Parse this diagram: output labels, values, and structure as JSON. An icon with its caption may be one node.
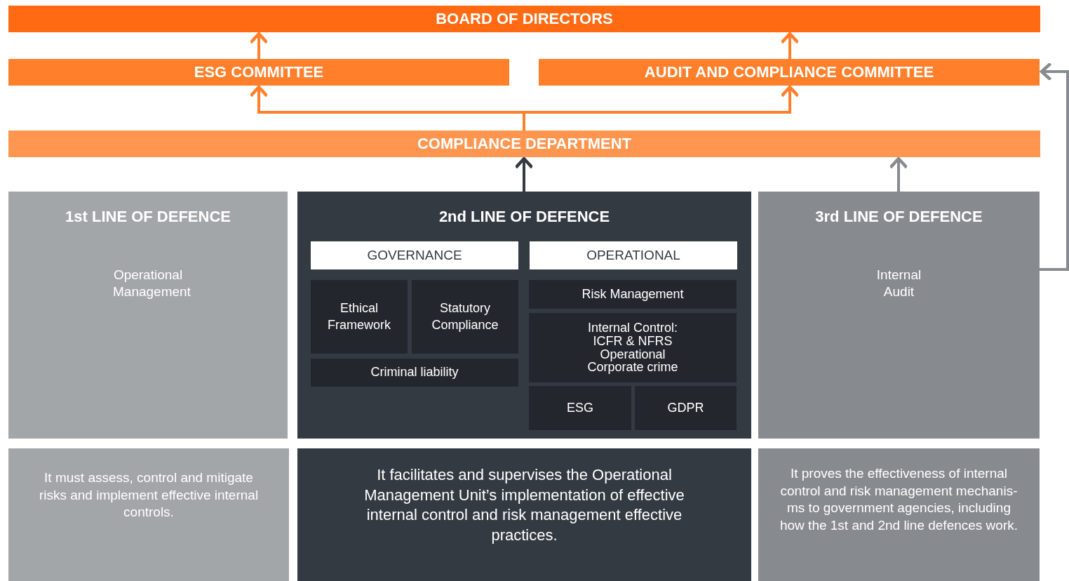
{
  "diagram": {
    "nodes": [
      {
        "text": [
          "BOARD OF DIRECTORS"
        ]
      },
      {
        "text": [
          "ESG COMMITTEE"
        ]
      },
      {
        "text": [
          "AUDIT AND COMPLIANCE COMMITTEE"
        ]
      },
      {
        "text": [
          "COMPLIANCE DEPARTMENT"
        ]
      },
      {
        "text": [
          "1st LINE OF DEFENCE",
          "Operational Management"
        ]
      },
      {
        "text": [
          "2nd LINE OF DEFENCE"
        ]
      },
      {
        "text": [
          "GOVERNANCE"
        ],
        "in": 5
      },
      {
        "text": [
          "OPERATIONAL"
        ],
        "in": 5
      },
      {
        "text": [
          "Ethical Framework"
        ],
        "in": 5
      },
      {
        "text": [
          "Statutory Compliance"
        ],
        "in": 5
      },
      {
        "text": [
          "Criminal liability"
        ],
        "in": 5
      },
      {
        "text": [
          "Risk Management"
        ],
        "in": 5
      },
      {
        "text": [
          "Internal Control: ICFR & NFRS Operational Corporate crime"
        ],
        "in": 5
      },
      {
        "text": [
          "ESG"
        ],
        "in": 5
      },
      {
        "text": [
          "GDPR"
        ],
        "in": 5
      },
      {
        "text": [
          "3rd LINE OF DEFENCE",
          "Internal Audit"
        ]
      },
      {
        "text": [
          "It must assess, control and mitigate risks and implement effective internal controls."
        ]
      },
      {
        "text": [
          "It facilitates and supervises the Operational Management Unit’s implementation of effective internal control and risk management effective practices."
        ]
      },
      {
        "text": [
          "It proves the effectiveness of internal control and risk management mechanis- ms to government agencies, including how the 1st and 2nd line defences work."
        ]
      }
    ],
    "edges": [
      {
        "from": 1,
        "to": 0,
        "arrow": "to"
      },
      {
        "from": 2,
        "to": 0,
        "arrow": "to"
      },
      {
        "from": 3,
        "to": 1,
        "arrow": "to"
      },
      {
        "from": 3,
        "to": 2,
        "arrow": "to"
      },
      {
        "from": 5,
        "to": 3,
        "arrow": "to",
        "color": "#343a42"
      },
      {
        "from": 15,
        "to": 3,
        "arrow": "to",
        "color": "#878b8f"
      },
      {
        "from": 15,
        "to": 2,
        "arrow": "to",
        "color": "#878b8f"
      }
    ]
  }
}
